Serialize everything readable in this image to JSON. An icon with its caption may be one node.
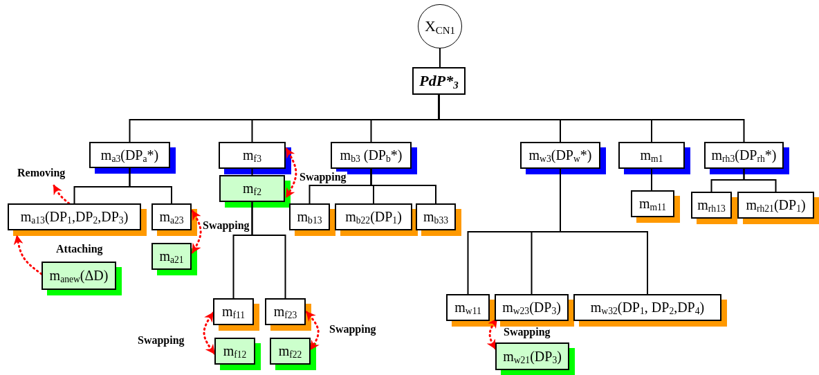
{
  "diagram": {
    "nodes": [
      {
        "text": [
          "X$_{CN1}$"
        ]
      },
      {
        "text": [
          "PdP*$_{3}$"
        ]
      },
      {
        "text": [
          "m$_{a3}$(DP$_{a}$*)"
        ]
      },
      {
        "text": [
          "m$_{f3}$"
        ]
      },
      {
        "text": [
          "m$_{b3}$ (DP$_{b}$*)"
        ]
      },
      {
        "text": [
          "m$_{w3}$(DP$_{w}$*)"
        ]
      },
      {
        "text": [
          "m$_{m1}$"
        ]
      },
      {
        "text": [
          "m$_{rh3}$(DP$_{rh}$*)"
        ]
      },
      {
        "text": [
          "m$_{f2}$"
        ]
      },
      {
        "text": [
          "m$_{a13}$(DP$_{1}$,DP$_{2}$,DP$_{3}$)"
        ]
      },
      {
        "text": [
          "m$_{a23}$"
        ]
      },
      {
        "text": [
          "m$_{b13}$"
        ]
      },
      {
        "text": [
          "m$_{b22}$(DP$_{1}$)"
        ]
      },
      {
        "text": [
          "m$_{b33}$"
        ]
      },
      {
        "text": [
          "m$_{m11}$"
        ]
      },
      {
        "text": [
          "m$_{rh13}$"
        ]
      },
      {
        "text": [
          "m$_{rh21}$(DP$_{1}$)"
        ]
      },
      {
        "text": [
          "m$_{anew}$(ΔD)"
        ]
      },
      {
        "text": [
          "m$_{a21}$"
        ]
      },
      {
        "text": [
          "m$_{f11}$"
        ]
      },
      {
        "text": [
          "m$_{f23}$"
        ]
      },
      {
        "text": [
          "m$_{f12}$"
        ]
      },
      {
        "text": [
          "m$_{f22}$"
        ]
      },
      {
        "text": [
          "m$_{w11}$"
        ]
      },
      {
        "text": [
          "m$_{w23}$(DP$_{3}$)"
        ]
      },
      {
        "text": [
          "m$_{w32}$(DP$_{1}$, DP$_{2}$,DP$_{4}$)"
        ]
      },
      {
        "text": [
          "m$_{w21}$(DP$_{3}$)"
        ]
      }
    ],
    "edges": [
      {
        "from": 0,
        "to": 1,
        "arrow": "none"
      },
      {
        "from": 1,
        "to": 2,
        "arrow": "none"
      },
      {
        "from": 1,
        "to": 3,
        "arrow": "none"
      },
      {
        "from": 1,
        "to": 4,
        "arrow": "none"
      },
      {
        "from": 1,
        "to": 5,
        "arrow": "none"
      },
      {
        "from": 1,
        "to": 6,
        "arrow": "none"
      },
      {
        "from": 1,
        "to": 7,
        "arrow": "none"
      },
      {
        "from": 2,
        "to": 9,
        "arrow": "none"
      },
      {
        "from": 2,
        "to": 10,
        "arrow": "none"
      },
      {
        "from": 3,
        "to": 8,
        "arrow": "none"
      },
      {
        "from": 4,
        "to": 11,
        "arrow": "none"
      },
      {
        "from": 4,
        "to": 12,
        "arrow": "none"
      },
      {
        "from": 4,
        "to": 13,
        "arrow": "none"
      },
      {
        "from": 5,
        "to": 23,
        "arrow": "none"
      },
      {
        "from": 5,
        "to": 24,
        "arrow": "none"
      },
      {
        "from": 5,
        "to": 25,
        "arrow": "none"
      },
      {
        "from": 6,
        "to": 14,
        "arrow": "none"
      },
      {
        "from": 7,
        "to": 15,
        "arrow": "none"
      },
      {
        "from": 7,
        "to": 16,
        "arrow": "none"
      },
      {
        "from": 8,
        "to": 19,
        "arrow": "none"
      },
      {
        "from": 8,
        "to": 20,
        "arrow": "none"
      },
      {
        "from": 9,
        "to": null,
        "arrow": "to",
        "label": "Removing",
        "style": "dashed",
        "color": "#ff0000"
      },
      {
        "from": 17,
        "to": 9,
        "arrow": "to",
        "label": "Attaching",
        "style": "dashed",
        "color": "#ff0000"
      },
      {
        "from": 10,
        "to": 18,
        "arrow": "both",
        "label": "Swapping",
        "style": "dashed",
        "color": "#ff0000"
      },
      {
        "from": 3,
        "to": 8,
        "arrow": "both",
        "label": "Swapping",
        "style": "dashed",
        "color": "#ff0000"
      },
      {
        "from": 19,
        "to": 21,
        "arrow": "both",
        "label": "Swapping",
        "style": "dashed",
        "color": "#ff0000"
      },
      {
        "from": 20,
        "to": 22,
        "arrow": "both",
        "label": "Swapping",
        "style": "dashed",
        "color": "#ff0000"
      },
      {
        "from": 24,
        "to": 26,
        "arrow": "both",
        "label": "Swapping",
        "style": "dashed",
        "color": "#ff0000"
      }
    ]
  }
}
